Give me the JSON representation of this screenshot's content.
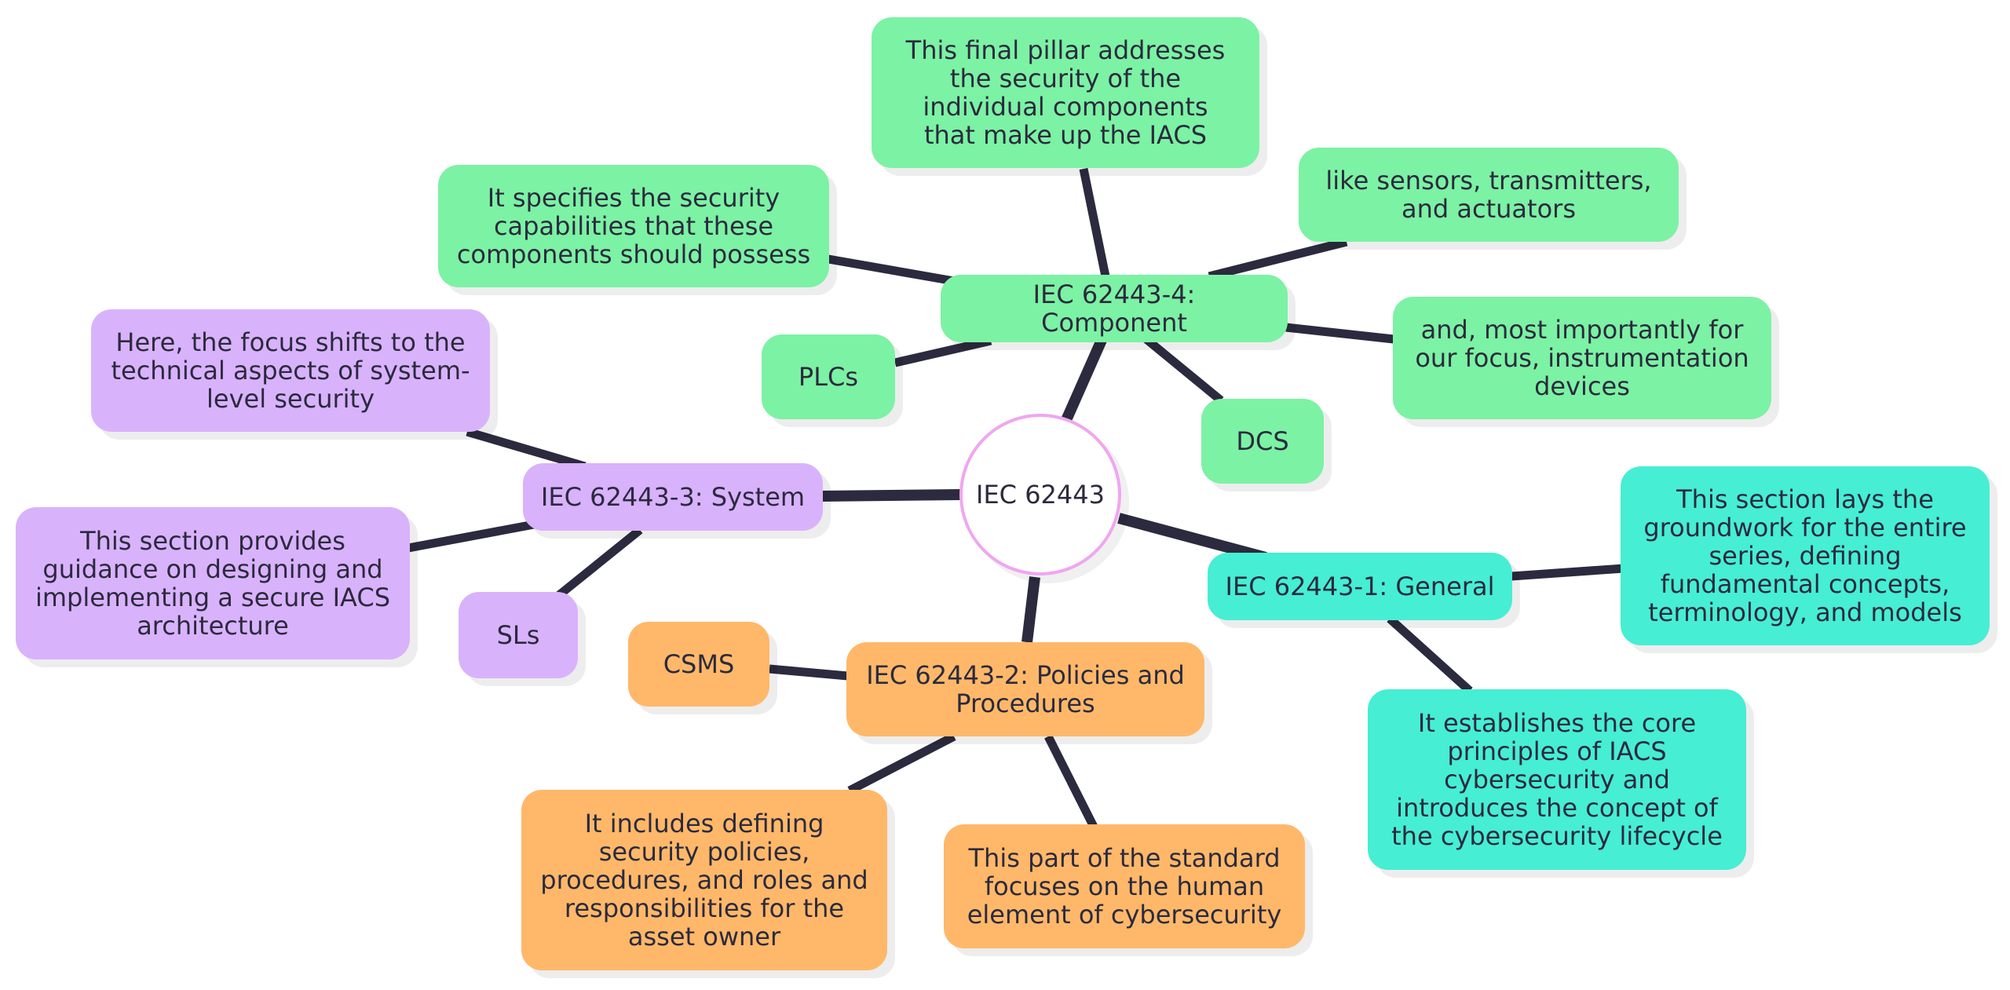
{
  "colors": {
    "edge": "#2b2a3e",
    "component": "#7cf2a4",
    "system": "#d9b2fc",
    "general": "#46eed4",
    "policies": "#ffb869",
    "center_border": "#f0a6f0"
  },
  "root": {
    "label": "IEC 62443"
  },
  "component": {
    "label": "IEC 62443-4: Component",
    "final_pillar": "This final pillar addresses the security of the individual components that make up the IACS",
    "capabilities": "It specifies the security capabilities that these components should possess",
    "sensors": "like sensors, transmitters, and actuators",
    "instrumentation": "and, most importantly for our focus, instrumentation devices",
    "plcs": "PLCs",
    "dcs": "DCS"
  },
  "system": {
    "label": "IEC 62443-3: System",
    "focus": "Here, the focus shifts to the technical aspects of system-level security",
    "guidance": "This section provides guidance on designing and implementing a secure IACS architecture",
    "sls": "SLs"
  },
  "general": {
    "label": "IEC 62443-1: General",
    "groundwork": "This section lays the groundwork for the entire series, defining fundamental concepts, terminology, and models",
    "principles": "It establishes the core principles of IACS cybersecurity and introduces the concept of the cybersecurity lifecycle"
  },
  "policies": {
    "label": "IEC 62443-2: Policies and Procedures",
    "csms": "CSMS",
    "includes": "It includes defining security policies, procedures, and roles and responsibilities for the asset owner",
    "human": "This part of the standard focuses on the human element of cybersecurity"
  }
}
